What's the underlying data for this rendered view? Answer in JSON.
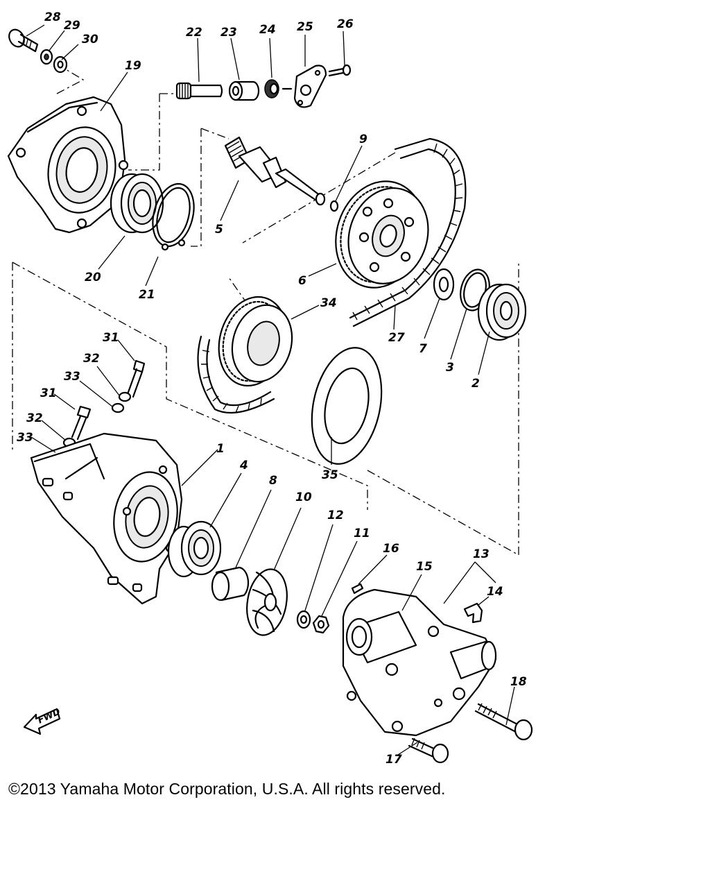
{
  "labels": {
    "p1": "1",
    "p2": "2",
    "p3": "3",
    "p4": "4",
    "p5": "5",
    "p6": "6",
    "p7": "7",
    "p8": "8",
    "p9": "9",
    "p10": "10",
    "p11": "11",
    "p12": "12",
    "p13": "13",
    "p14": "14",
    "p15": "15",
    "p16": "16",
    "p17": "17",
    "p18": "18",
    "p19": "19",
    "p20": "20",
    "p21": "21",
    "p22": "22",
    "p23": "23",
    "p24": "24",
    "p25": "25",
    "p26": "26",
    "p27": "27",
    "p28": "28",
    "p29": "29",
    "p30": "30",
    "p31a": "31",
    "p31b": "31",
    "p32a": "32",
    "p32b": "32",
    "p33a": "33",
    "p33b": "33",
    "p34": "34",
    "p35": "35"
  },
  "fwd_label": "FWD",
  "copyright": "©2013 Yamaha Motor Corporation, U.S.A. All rights reserved."
}
